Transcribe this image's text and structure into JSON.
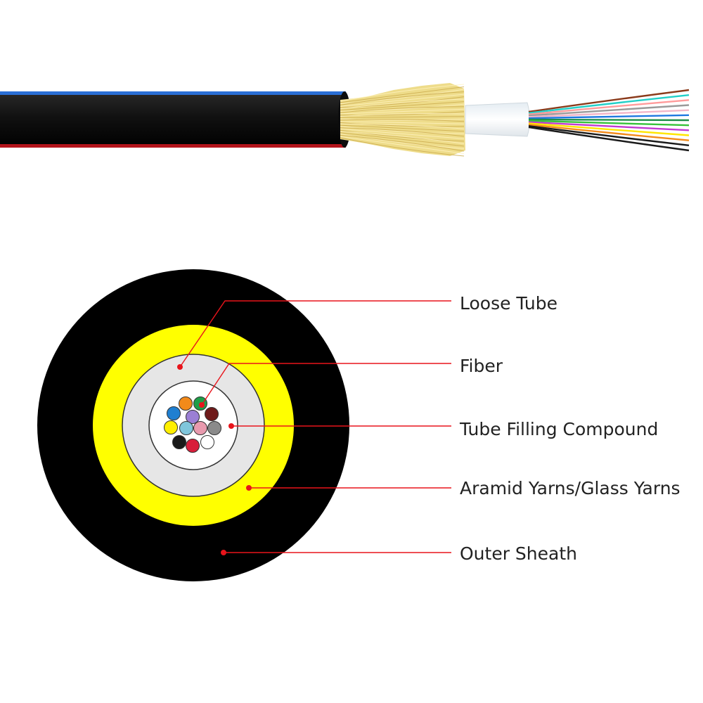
{
  "labels": {
    "loose_tube": "Loose Tube",
    "fiber": "Fiber",
    "filling": "Tube Filling Compound",
    "yarns": "Aramid Yarns/Glass Yarns",
    "sheath": "Outer Sheath"
  },
  "colors": {
    "sheath": "#000000",
    "yarn_layer": "#ffff00",
    "loose_tube": "#e6e6e6",
    "filling": "#ffffff",
    "leader": "#e8141b",
    "cable_stripe_top": "#2a6fd6",
    "cable_stripe_bottom": "#b3141b",
    "aramid_fibers": "#eedc8a"
  },
  "fiber_colors": [
    "#1f7fd1",
    "#f28a1a",
    "#1e9e48",
    "#9b7fd4",
    "#6e1a1a",
    "#ffef00",
    "#7fc6dc",
    "#e89aae",
    "#8a8a8a",
    "#1a1a1a",
    "#d81e3a",
    "#ffffff"
  ],
  "strand_colors": [
    "#8a3a1a",
    "#23d0c8",
    "#ff9b9b",
    "#9a9a9a",
    "#f2b6c8",
    "#1e78e0",
    "#1e8f4a",
    "#36c23a",
    "#c13ad1",
    "#ffe600",
    "#f28a1a",
    "#1a1a1a",
    "#1a1a1a"
  ]
}
